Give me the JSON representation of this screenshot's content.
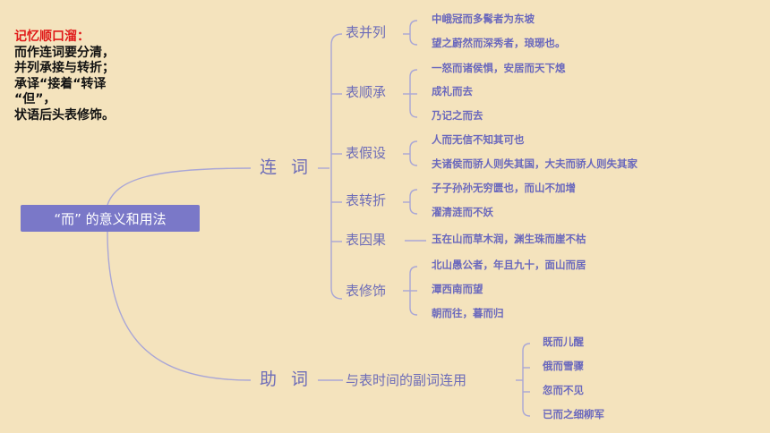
{
  "memo": {
    "title": "记忆顺口溜：",
    "lines": [
      "而作连词要分清，",
      "并列承接与转折；",
      "承译“接着“转译",
      "“但”，",
      "状语后头表修饰。"
    ]
  },
  "root": {
    "label": "“而” 的意义和用法"
  },
  "categories": [
    {
      "label": "连 词",
      "groups": [
        {
          "label": "表并列",
          "examples": [
            "中峨冠而多髯者为东坡",
            "望之蔚然而深秀者，琅琊也。"
          ]
        },
        {
          "label": "表顺承",
          "examples": [
            "一怒而诸侯惧，安居而天下熄",
            "成礼而去",
            "乃记之而去"
          ]
        },
        {
          "label": "表假设",
          "examples": [
            "人而无信不知其可也",
            "夫诸侯而骄人则失其国，大夫而骄人则失其家"
          ]
        },
        {
          "label": "表转折",
          "examples": [
            "子子孙孙无穷匮也，而山不加增",
            "濯清涟而不妖"
          ]
        },
        {
          "label": "表因果",
          "examples": [
            "玉在山而草木润，渊生珠而崖不枯"
          ]
        },
        {
          "label": "表修饰",
          "examples": [
            "北山愚公者，年且九十，面山而居",
            "潭西南而望",
            "朝而往，暮而归"
          ]
        }
      ]
    },
    {
      "label": "助 词",
      "groups": [
        {
          "label": "与表时间的副词连用",
          "examples": [
            "既而儿醒",
            "俄而雪骤",
            "忽而不见",
            "已而之细柳军"
          ]
        }
      ]
    }
  ],
  "colors": {
    "background": "#f4e3bd",
    "accent": "#7a78c8",
    "text": "#6d6cb8",
    "memo_title": "#e01818"
  }
}
